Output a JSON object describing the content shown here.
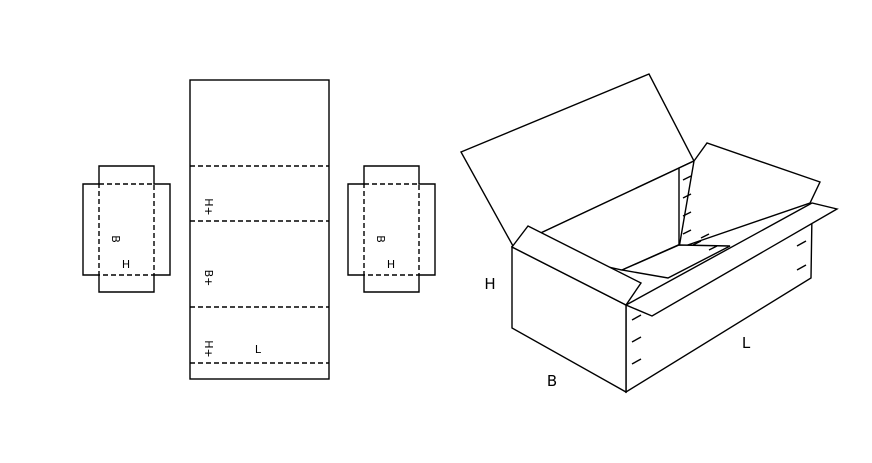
{
  "flat_layout": {
    "left_end_panel": {
      "label_b": "B",
      "label_h": "H"
    },
    "main_panel": {
      "label_h_top": "H+",
      "label_b": "B+",
      "label_h_bottom": "H+",
      "label_l": "L"
    },
    "right_end_panel": {
      "label_b": "B",
      "label_h": "H"
    }
  },
  "box_3d": {
    "label_h": "H",
    "label_b": "B",
    "label_l": "L"
  }
}
